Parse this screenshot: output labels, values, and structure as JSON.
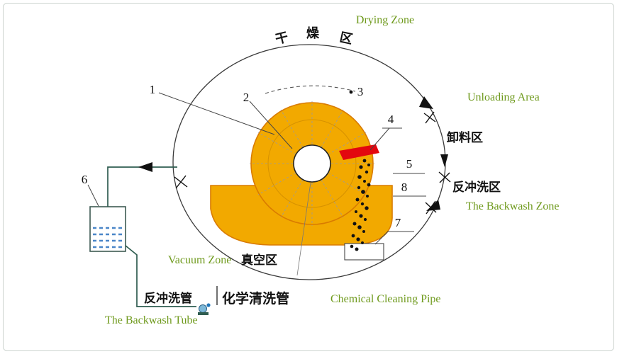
{
  "colors": {
    "orange": "#F2A900",
    "orange_dark": "#D97B00",
    "red": "#E3070F",
    "green_text": "#6F9A1D",
    "pipe_green": "#2F5D50",
    "water_blue": "#4A86C8"
  },
  "labels": {
    "drying_zone_en": "Drying Zone",
    "drying_zone_cn": [
      "干",
      "燥",
      "区"
    ],
    "unloading_area_en": "Unloading Area",
    "unloading_area_cn": "卸料区",
    "backwash_zone_cn": "反冲洗区",
    "backwash_zone_en": "The Backwash Zone",
    "vacuum_zone_en": "Vacuum Zone",
    "vacuum_zone_cn": "真空区",
    "backwash_tube_cn": "反冲洗管",
    "chemical_pipe_cn": "化学清洗管",
    "chemical_pipe_en": "Chemical Cleaning Pipe",
    "backwash_tube_en": "The Backwash Tube"
  },
  "callouts": [
    "1",
    "2",
    "3",
    "4",
    "5",
    "6",
    "7",
    "8"
  ]
}
